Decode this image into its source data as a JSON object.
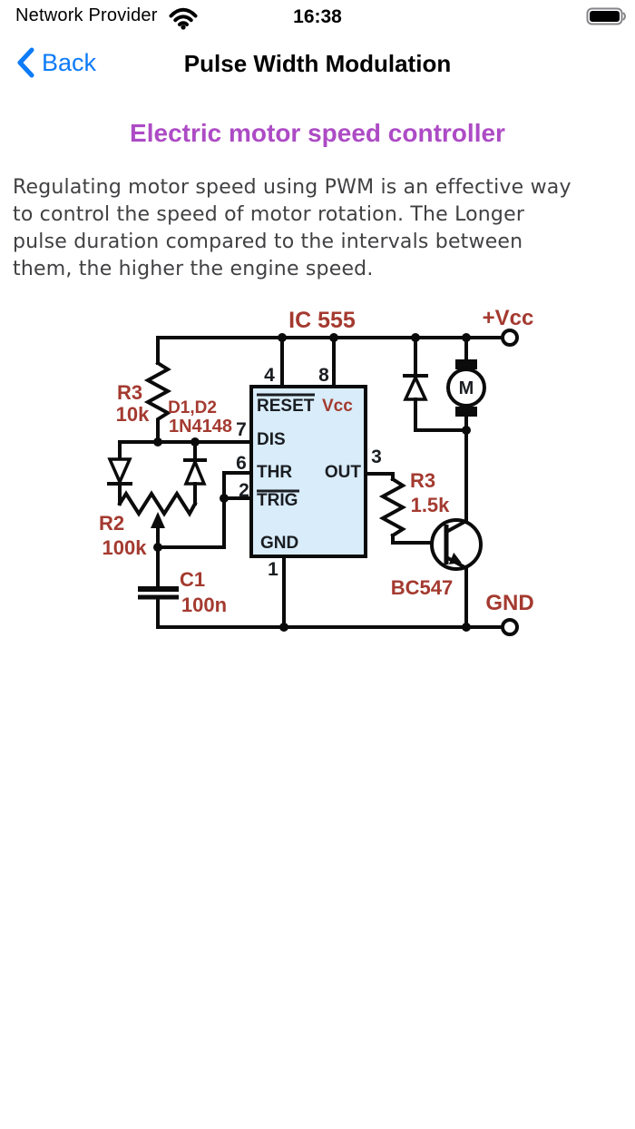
{
  "status_bar": {
    "carrier": "Network Provider",
    "time": "16:38"
  },
  "nav_bar": {
    "back_label": "Back",
    "title": "Pulse Width Modulation"
  },
  "article": {
    "heading": "Electric motor speed controller",
    "lines": [
      "Regulating motor speed using PWM is an effective way",
      "to control the speed of motor rotation. The Longer",
      "pulse duration compared to the intervals between",
      "them, the higher the engine speed."
    ]
  },
  "circuit": {
    "title": "IC 555",
    "vcc_rail": "+Vcc",
    "gnd_rail": "GND",
    "r_timing": {
      "name": "R3",
      "value": "10k"
    },
    "diodes": {
      "name": "D1,D2",
      "value": "1N4148"
    },
    "pot": {
      "name": "R2",
      "value": "100k"
    },
    "cap": {
      "name": "C1",
      "value": "100n"
    },
    "r_base": {
      "name": "R3",
      "value": "1.5k"
    },
    "transistor": "BC547",
    "motor": "M",
    "ic": {
      "pin4": "4",
      "pin8": "8",
      "pin7": "7",
      "pin6": "6",
      "pin2": "2",
      "pin3": "3",
      "pin1": "1",
      "reset": "RESET",
      "vcc": "Vcc",
      "dis": "DIS",
      "thr": "THR",
      "trig": "TRIG",
      "out": "OUT",
      "gnd": "GND"
    }
  },
  "colors": {
    "accent_blue": "#0d7bf8",
    "heading_purple": "#ad4bc5",
    "label_red": "#a43a30",
    "ic_fill": "#d8ecfa",
    "body_text": "#414144"
  }
}
